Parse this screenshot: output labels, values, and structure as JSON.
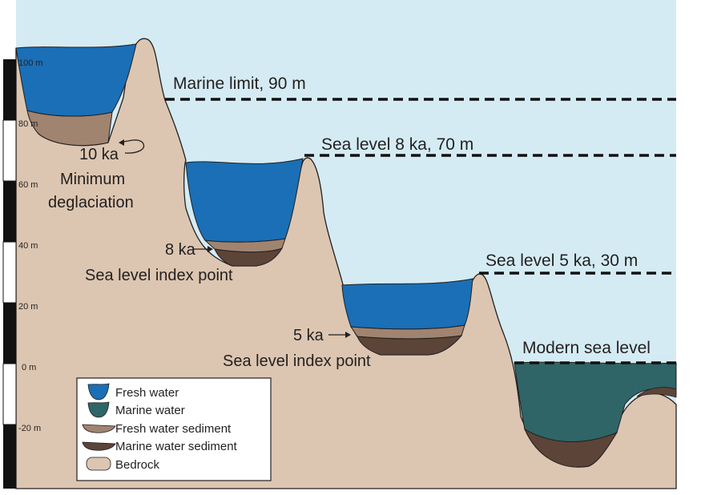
{
  "scale": {
    "ticks": [
      "100 m",
      "80 m",
      "60 m",
      "40 m",
      "20 m",
      "0 m",
      "-20 m"
    ]
  },
  "labels": {
    "marine_limit": "Marine limit, 90 m",
    "sea_level_8ka": "Sea level 8 ka, 70 m",
    "sea_level_5ka": "Sea level 5 ka, 30 m",
    "modern_sea_level": "Modern sea level",
    "age_10ka": "10 ka",
    "min_deglaciation_1": "Minimum",
    "min_deglaciation_2": "deglaciation",
    "age_8ka": "8 ka",
    "age_5ka": "5 ka",
    "index_point_8ka": "Sea level index point",
    "index_point_5ka": "Sea level index point"
  },
  "legend": {
    "items": [
      {
        "label": "Fresh water"
      },
      {
        "label": "Marine water"
      },
      {
        "label": "Fresh water sediment"
      },
      {
        "label": "Marine water sediment"
      },
      {
        "label": "Bedrock"
      }
    ]
  },
  "colors": {
    "sky": "#d4ebf3",
    "bedrock": "#dcc6b1",
    "fresh_water": "#1a6fb6",
    "marine_water": "#2f6567",
    "fresh_sediment": "#a08470",
    "marine_sediment": "#5d4438",
    "outline": "#231f20"
  }
}
